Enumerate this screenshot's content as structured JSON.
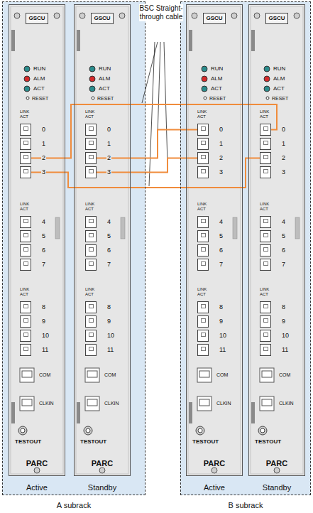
{
  "diagram": {
    "nodes": [
      {
        "text": [
          "A subrack"
        ]
      },
      {
        "text": [
          "GSCU",
          "RUN",
          "ALM",
          "ACT",
          "RESET",
          "LINK ACT",
          "LINK ACT",
          "LINK ACT",
          "COM",
          "CLKIN",
          "TESTOUT",
          "PARC",
          "Active"
        ],
        "in": 0
      },
      {
        "text": [
          "0"
        ],
        "in": 1
      },
      {
        "text": [
          "1"
        ],
        "in": 1
      },
      {
        "text": [
          "2"
        ],
        "in": 1
      },
      {
        "text": [
          "3"
        ],
        "in": 1
      },
      {
        "text": [
          "4"
        ],
        "in": 1
      },
      {
        "text": [
          "5"
        ],
        "in": 1
      },
      {
        "text": [
          "6"
        ],
        "in": 1
      },
      {
        "text": [
          "7"
        ],
        "in": 1
      },
      {
        "text": [
          "8"
        ],
        "in": 1
      },
      {
        "text": [
          "9"
        ],
        "in": 1
      },
      {
        "text": [
          "10"
        ],
        "in": 1
      },
      {
        "text": [
          "11"
        ],
        "in": 1
      },
      {
        "text": [
          "GSCU",
          "RUN",
          "ALM",
          "ACT",
          "RESET",
          "LINK ACT",
          "LINK ACT",
          "LINK ACT",
          "COM",
          "CLKIN",
          "TESTOUT",
          "PARC",
          "Standby"
        ],
        "in": 0
      },
      {
        "text": [
          "0"
        ],
        "in": 14
      },
      {
        "text": [
          "1"
        ],
        "in": 14
      },
      {
        "text": [
          "2"
        ],
        "in": 14
      },
      {
        "text": [
          "3"
        ],
        "in": 14
      },
      {
        "text": [
          "4"
        ],
        "in": 14
      },
      {
        "text": [
          "5"
        ],
        "in": 14
      },
      {
        "text": [
          "6"
        ],
        "in": 14
      },
      {
        "text": [
          "7"
        ],
        "in": 14
      },
      {
        "text": [
          "8"
        ],
        "in": 14
      },
      {
        "text": [
          "9"
        ],
        "in": 14
      },
      {
        "text": [
          "10"
        ],
        "in": 14
      },
      {
        "text": [
          "11"
        ],
        "in": 14
      },
      {
        "text": [
          "B subrack"
        ]
      },
      {
        "text": [
          "GSCU",
          "RUN",
          "ALM",
          "ACT",
          "RESET",
          "LINK ACT",
          "LINK ACT",
          "LINK ACT",
          "COM",
          "CLKIN",
          "TESTOUT",
          "PARC",
          "Active"
        ],
        "in": 27
      },
      {
        "text": [
          "0"
        ],
        "in": 28
      },
      {
        "text": [
          "1"
        ],
        "in": 28
      },
      {
        "text": [
          "2"
        ],
        "in": 28
      },
      {
        "text": [
          "3"
        ],
        "in": 28
      },
      {
        "text": [
          "4"
        ],
        "in": 28
      },
      {
        "text": [
          "5"
        ],
        "in": 28
      },
      {
        "text": [
          "6"
        ],
        "in": 28
      },
      {
        "text": [
          "7"
        ],
        "in": 28
      },
      {
        "text": [
          "8"
        ],
        "in": 28
      },
      {
        "text": [
          "9"
        ],
        "in": 28
      },
      {
        "text": [
          "10"
        ],
        "in": 28
      },
      {
        "text": [
          "11"
        ],
        "in": 28
      },
      {
        "text": [
          "GSCU",
          "RUN",
          "ALM",
          "ACT",
          "RESET",
          "LINK ACT",
          "LINK ACT",
          "LINK ACT",
          "COM",
          "CLKIN",
          "TESTOUT",
          "PARC",
          "Standby"
        ],
        "in": 27
      },
      {
        "text": [
          "0"
        ],
        "in": 41
      },
      {
        "text": [
          "1"
        ],
        "in": 41
      },
      {
        "text": [
          "2"
        ],
        "in": 41
      },
      {
        "text": [
          "3"
        ],
        "in": 41
      },
      {
        "text": [
          "4"
        ],
        "in": 41
      },
      {
        "text": [
          "5"
        ],
        "in": 41
      },
      {
        "text": [
          "6"
        ],
        "in": 41
      },
      {
        "text": [
          "7"
        ],
        "in": 41
      },
      {
        "text": [
          "8"
        ],
        "in": 41
      },
      {
        "text": [
          "9"
        ],
        "in": 41
      },
      {
        "text": [
          "10"
        ],
        "in": 41
      },
      {
        "text": [
          "11"
        ],
        "in": 41
      }
    ],
    "edges": [
      {
        "from": 4,
        "to": 42,
        "arrow": "none"
      },
      {
        "from": 5,
        "to": 44,
        "arrow": "none"
      },
      {
        "from": 17,
        "to": 29,
        "arrow": "none"
      },
      {
        "from": 18,
        "to": 31,
        "arrow": "none"
      }
    ],
    "labels": [
      "BSC Straight-through cable"
    ]
  }
}
